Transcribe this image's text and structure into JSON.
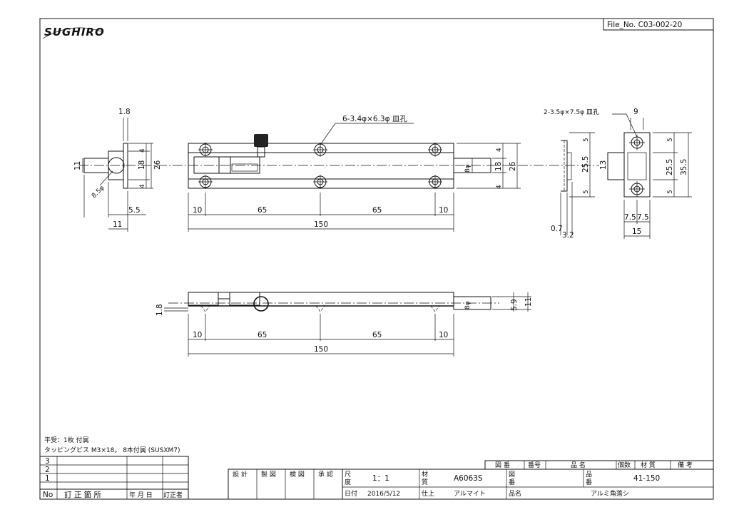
{
  "logo": "SUGHIRO",
  "file_no": "File_No. C03-002-20",
  "hole_note": "6-3.4φ×6.3φ 皿孔",
  "strike_note": "2-3.5φ×7.5φ 皿孔",
  "dims": {
    "d1_8": "1.8",
    "d4": "4",
    "d18": "18",
    "d26": "26",
    "d11": "11",
    "d8_5": "8.5φ",
    "d5_5": "5.5",
    "d10": "10",
    "d65": "65",
    "d150": "150",
    "d8phi": "8φ",
    "d9": "9",
    "d5": "5",
    "d25_5": "25.5",
    "d35_5": "35.5",
    "d13": "13",
    "d7_5a": "7.5",
    "d7_5b": "7.5",
    "d15": "15",
    "d0_7": "0.7",
    "d3_2": "3.2",
    "d5_9": "5.9"
  },
  "notes": {
    "line1": "平受：1枚 付属",
    "line2": "タッピングビス M3×18。 8本付属 (SUSXM7)"
  },
  "revision": {
    "rows": [
      "3",
      "2",
      "1"
    ],
    "header": [
      "No",
      "訂 正 箇 所",
      "年 月 日",
      "訂正者"
    ]
  },
  "title_block": {
    "sign_labels": [
      "設 計",
      "製 図",
      "検 図",
      "承 認"
    ],
    "scale_label": "尺\n度",
    "scale": "1：1",
    "material_label": "材\n質",
    "material": "A6063S",
    "drawing_no_label": "図\n番",
    "item_no_label": "品\n番",
    "item_no": "41-150",
    "date_label": "日付",
    "date": "2016/5/12",
    "finish_label": "仕上",
    "finish": "アルマイト",
    "name_label": "品名",
    "name": "アルミ角落シ",
    "parts_header": [
      "図 番",
      "番号",
      "品 名",
      "個数",
      "材 質",
      "備 考"
    ]
  }
}
